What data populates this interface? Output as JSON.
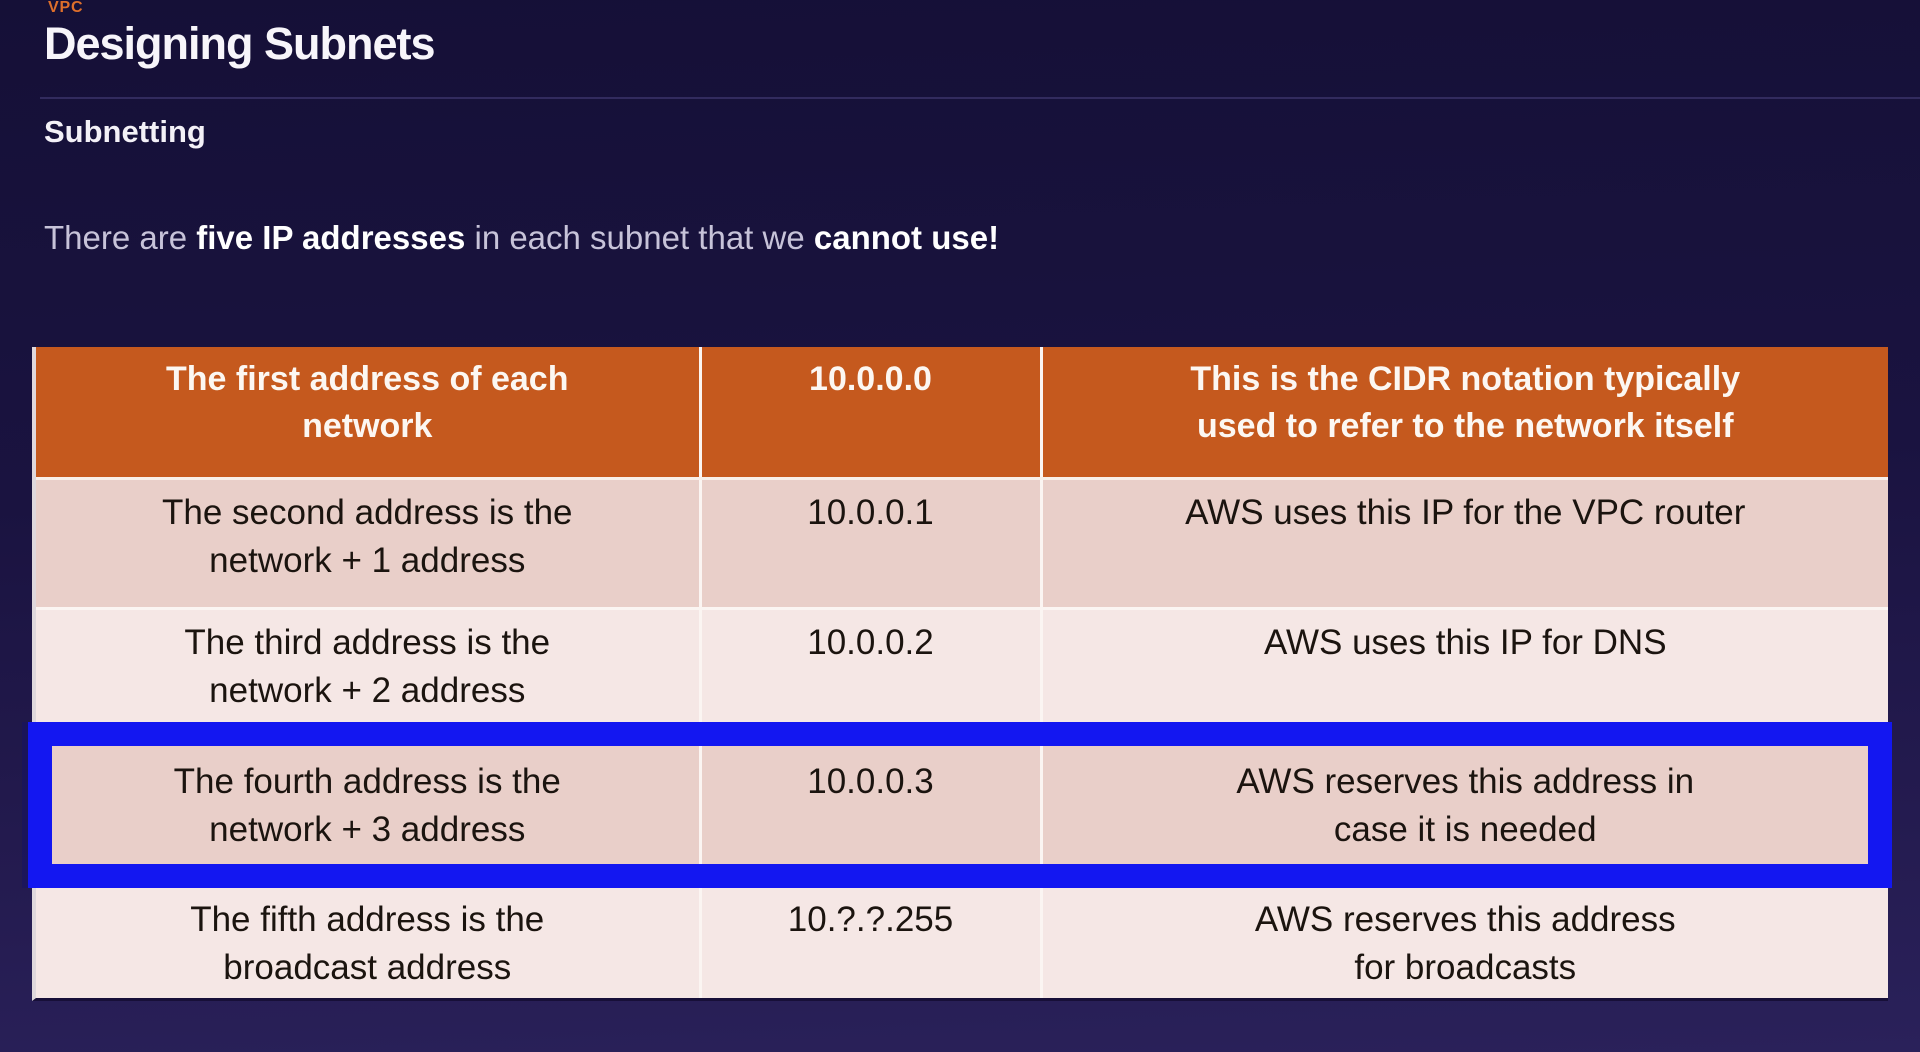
{
  "page": {
    "eyebrow": "VPC",
    "title": "Designing Subnets",
    "subtitle": "Subnetting"
  },
  "intro": {
    "segments": [
      {
        "text": "There are ",
        "bold": false
      },
      {
        "text": "five IP addresses",
        "bold": true
      },
      {
        "text": " in each subnet that we ",
        "bold": false
      },
      {
        "text": "cannot use!",
        "bold": true
      }
    ]
  },
  "table": {
    "rows": [
      {
        "variant": "header",
        "cells": [
          "The first address of each\nnetwork",
          "10.0.0.0",
          "This is the CIDR notation typically\nused to refer to the network itself"
        ]
      },
      {
        "variant": "dark",
        "cells": [
          "The second address is the\nnetwork + 1 address",
          "10.0.0.1",
          "AWS uses this IP for the VPC router"
        ]
      },
      {
        "variant": "light",
        "cells": [
          "The third address is the\nnetwork + 2 address",
          "10.0.0.2",
          "AWS uses this IP for DNS"
        ]
      },
      {
        "variant": "dark",
        "highlighted": true,
        "cells": [
          "The fourth address is the\nnetwork + 3 address",
          "10.0.0.3",
          "AWS reserves this address in\ncase it is needed"
        ]
      },
      {
        "variant": "light",
        "cells": [
          "The fifth address is the\nbroadcast address",
          "10.?.?.255",
          "AWS reserves this address\nfor broadcasts"
        ]
      }
    ]
  },
  "colors": {
    "background_top": "#151037",
    "background_bottom": "#2A215A",
    "header_orange": "#C5591E",
    "eyebrow_orange": "#DE6F2B",
    "row_pink_dark": "#E9CFC9",
    "row_pink_light": "#F5E7E5",
    "highlight_blue": "#1317F1",
    "header_text": "#FCF7F2",
    "cell_text": "#1B140F",
    "body_text": "#C7C3D9",
    "bold_text": "#FFFFFF"
  }
}
